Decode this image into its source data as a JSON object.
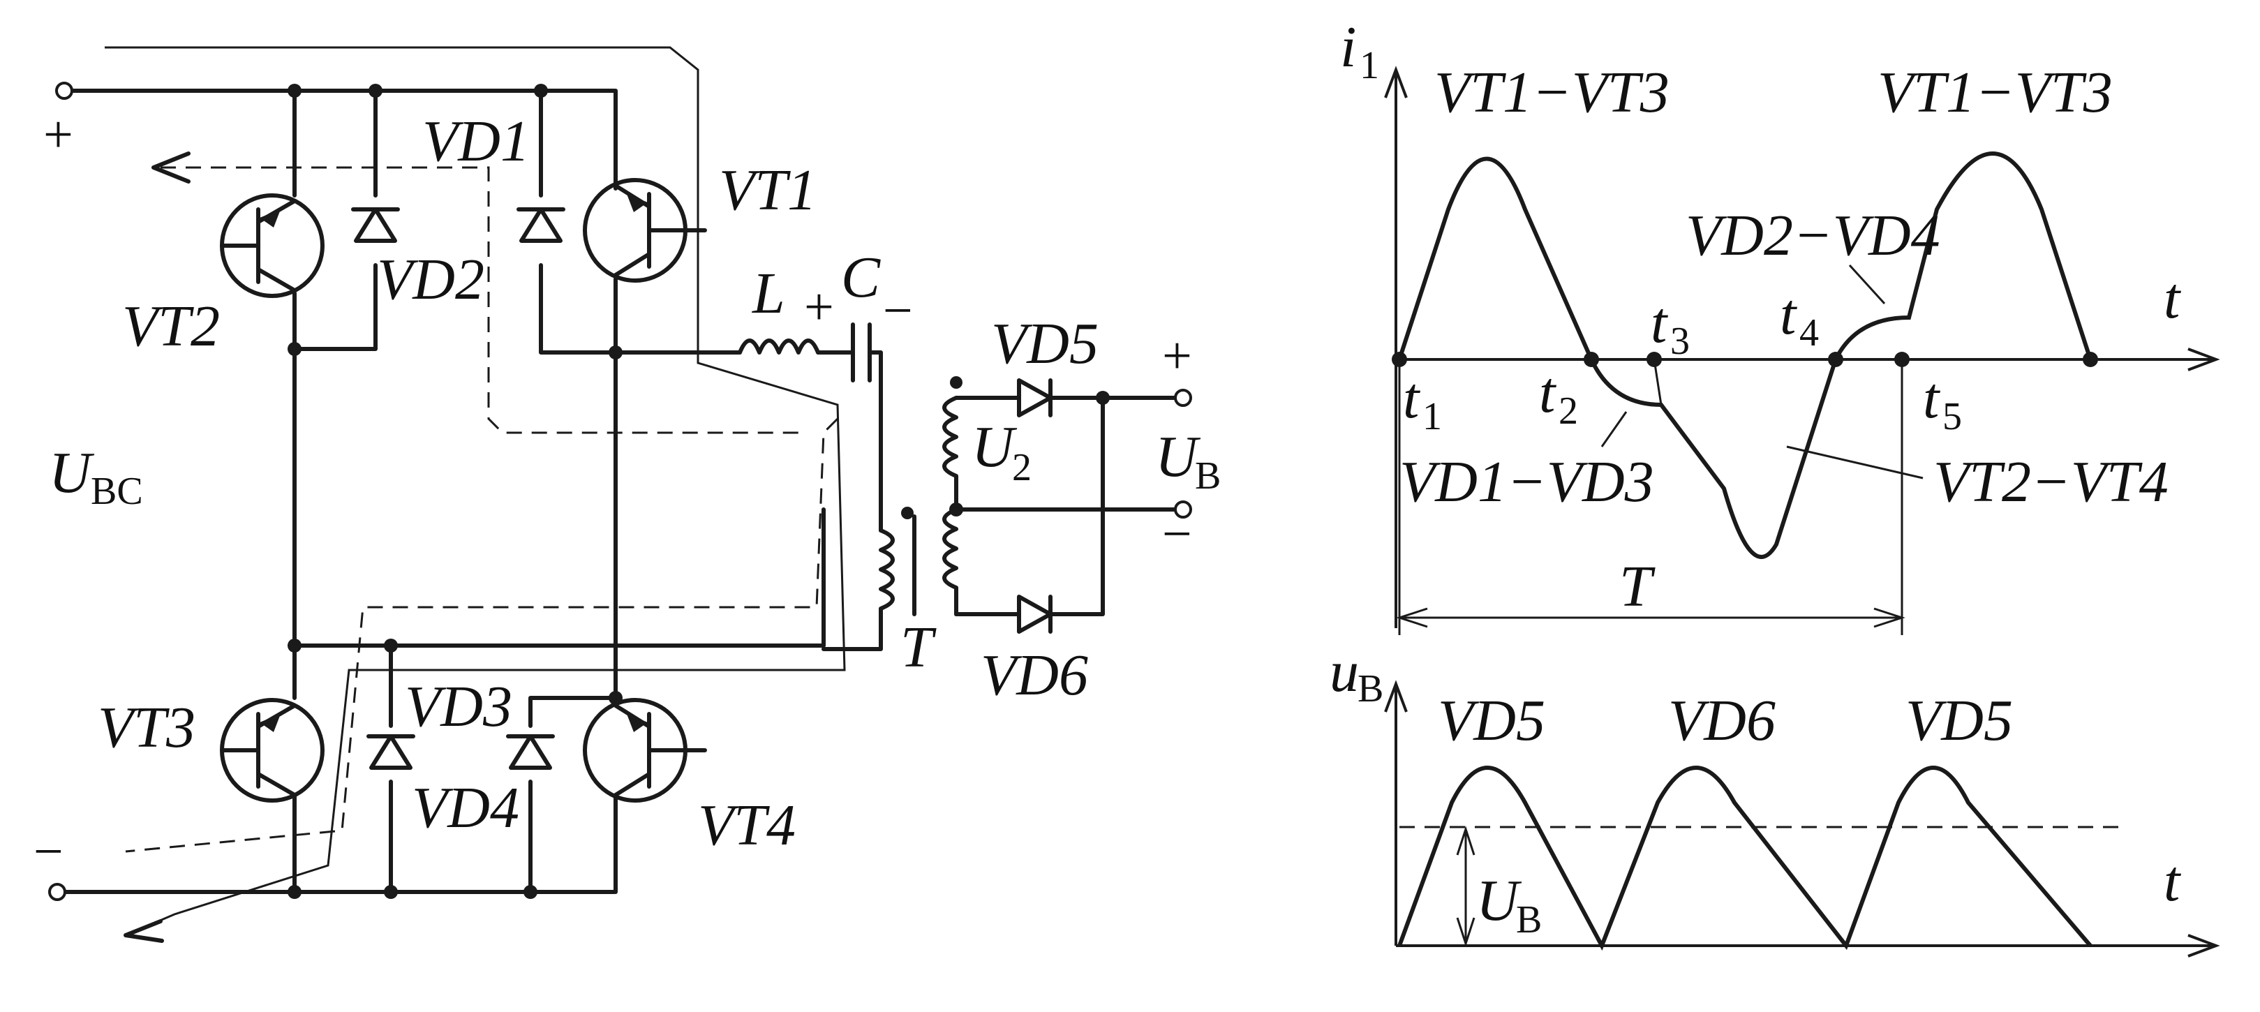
{
  "circuit": {
    "transistors": [
      "VT1",
      "VT2",
      "VT3",
      "VT4"
    ],
    "diodes": [
      "VD1",
      "VD2",
      "VD3",
      "VD4",
      "VD5",
      "VD6"
    ],
    "inductor": "L",
    "capacitor": "C",
    "transformer": "T",
    "winding": "U",
    "winding_sub": "2",
    "input_voltage": "U",
    "input_voltage_sub": "BC",
    "output_voltage": "U",
    "output_voltage_sub": "B",
    "plus": "+",
    "minus": "−",
    "cap_plus": "+",
    "cap_minus": "−"
  },
  "current_plot": {
    "y_label": "i",
    "y_label_sub": "1",
    "x_label": "t",
    "top_labels": [
      "VT1−VT3",
      "VT1−VT3"
    ],
    "interval_labels": [
      "VD2−VD4",
      "VD1−VD3",
      "VT2−VT4"
    ],
    "time_points": [
      "t",
      "t",
      "t",
      "t",
      "t"
    ],
    "time_point_subs": [
      "1",
      "2",
      "3",
      "4",
      "5"
    ],
    "period_label": "T"
  },
  "voltage_plot": {
    "y_label": "u",
    "y_label_sub": "B",
    "x_label": "t",
    "peak_labels": [
      "VD5",
      "VD6",
      "VD5"
    ],
    "dc_label": "U",
    "dc_label_sub": "B"
  }
}
